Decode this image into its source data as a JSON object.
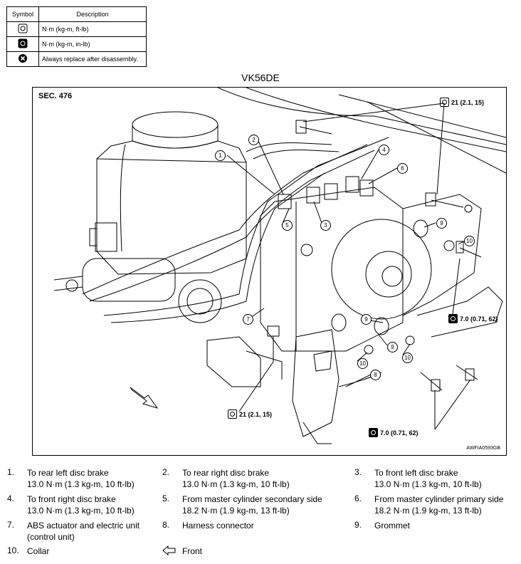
{
  "symbol_table": {
    "headers": [
      "Symbol",
      "Description"
    ],
    "rows": [
      {
        "icon": "torque-nm-kgm-ftlb-icon",
        "description": "N·m (kg-m, ft-lb)"
      },
      {
        "icon": "torque-nm-kgm-inlb-icon",
        "description": "N·m (kg-m, in-lb)"
      },
      {
        "icon": "always-replace-icon",
        "description": "Always replace after disassembly."
      }
    ]
  },
  "engine_label": "VK56DE",
  "figure": {
    "section": "SEC. 476",
    "figure_code": "AWFIA0593GB",
    "torques": [
      "21 (2.1, 15)",
      "7.0 (0.71, 62)",
      "21 (2.1, 15)",
      "7.0 (0.71, 62)"
    ],
    "callouts": [
      "1",
      "2",
      "3",
      "4",
      "5",
      "6",
      "7",
      "8",
      "9",
      "9",
      "9",
      "10",
      "10",
      "10"
    ]
  },
  "legend": [
    {
      "num": "1.",
      "lines": [
        "To rear left disc brake",
        "13.0 N·m (1.3 kg-m, 10 ft-lb)"
      ]
    },
    {
      "num": "2.",
      "lines": [
        "To rear right disc brake",
        "13.0 N·m (1.3 kg-m, 10 ft-lb)"
      ]
    },
    {
      "num": "3.",
      "lines": [
        "To front left disc brake",
        "13.0 N·m (1.3 kg-m, 10 ft-lb)"
      ]
    },
    {
      "num": "4.",
      "lines": [
        "To front right disc brake",
        "13.0 N·m (1.3 kg-m, 10 ft-lb)"
      ]
    },
    {
      "num": "5.",
      "lines": [
        "From master cylinder secondary side",
        "18.2 N·m (1.9 kg-m, 13 ft-lb)"
      ]
    },
    {
      "num": "6.",
      "lines": [
        "From master cylinder primary side",
        "18.2 N·m (1.9 kg-m, 13 ft-lb)"
      ]
    },
    {
      "num": "7.",
      "lines": [
        "ABS actuator and electric unit",
        "(control unit)"
      ]
    },
    {
      "num": "8.",
      "lines": [
        "Harness connector"
      ]
    },
    {
      "num": "9.",
      "lines": [
        "Grommet"
      ]
    },
    {
      "num": "10.",
      "lines": [
        "Collar"
      ]
    },
    {
      "num": "",
      "icon": "front-arrow-icon",
      "lines": [
        "Front"
      ]
    }
  ]
}
